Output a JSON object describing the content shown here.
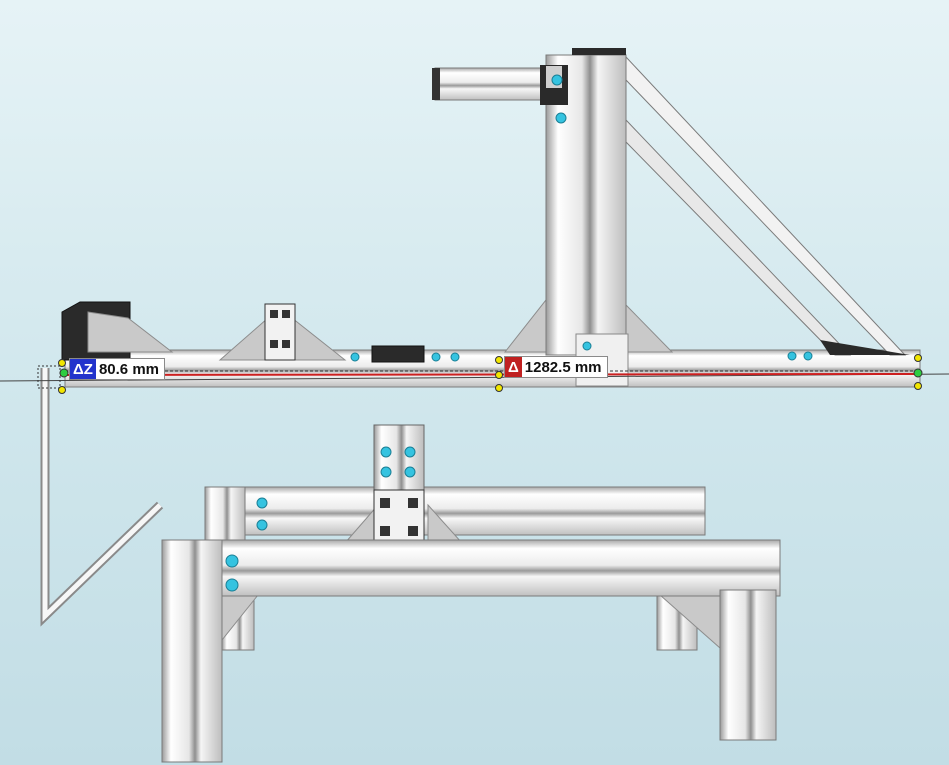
{
  "viewport": {
    "background": [
      "#e6f3f6",
      "#c2dde5"
    ],
    "frame_color": "#f4f4f4",
    "bracket_color": "#c9c9c9",
    "plate_color": "#2a2a2a",
    "bolt_color": "#35c3e0"
  },
  "measurements": {
    "dz": {
      "prefix": "ΔZ",
      "value": "80.6 mm",
      "prefix_color": "#2233cc"
    },
    "dist": {
      "prefix": "Δ",
      "value": "1282.5 mm",
      "prefix_color": "#c02020"
    },
    "line_color": "#cc1f1f",
    "handle_color": "#f2e600",
    "anchor_color": "#2ecc40"
  }
}
